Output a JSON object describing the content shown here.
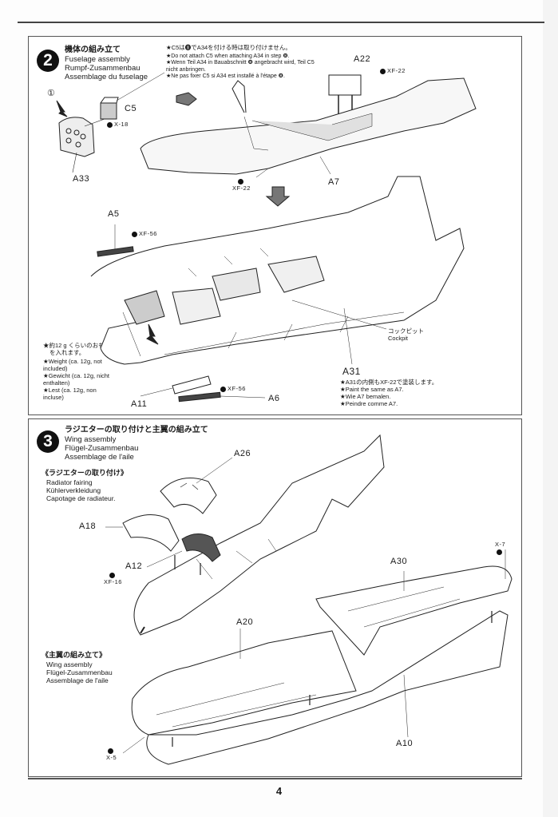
{
  "page": {
    "number": "4"
  },
  "step2": {
    "step_number": "2",
    "title_jp": "機体の組み立て",
    "title_en": "Fuselage assembly",
    "title_de": "Rumpf-Zusammenbau",
    "title_fr": "Assemblage du fuselage",
    "caution": {
      "jp": "★C5は❽でA34を付ける時は取り付けません。",
      "en": "★Do not attach C5 when attaching A34 in step ❽.",
      "de": "★Wenn Teil A34 in Bauabschnitt ❽ angebracht wird, Teil C5 nicht anbringen.",
      "fr": "★Ne pas fixer C5 si A34 est installé à l'étape ❽."
    },
    "sub_marker": "①",
    "parts": {
      "C5": "C5",
      "A33": "A33",
      "A22": "A22",
      "A7": "A7",
      "A5": "A5",
      "A11": "A11",
      "A6": "A6",
      "A31": "A31"
    },
    "paints": {
      "c5": "X-18",
      "a22": "XF-22",
      "a7": "XF-22",
      "a5": "XF-56",
      "a6": "XF-56"
    },
    "weight_note": {
      "jp1": "★約12 g くらいのおもり",
      "jp2": "を入れます。",
      "en": "★Weight (ca. 12g, not included)",
      "de": "★Gewicht (ca. 12g, nicht enthalten)",
      "fr": "★Lest (ca. 12g, non incluse)"
    },
    "cockpit_label": {
      "jp": "コックピット",
      "en": "Cockpit"
    },
    "a31_note": {
      "jp": "★A31の内側もXF-22で塗装します。",
      "en": "★Paint the same as A7.",
      "de": "★Wie A7 bemalen.",
      "fr": "★Peindre comme A7."
    }
  },
  "step3": {
    "step_number": "3",
    "title_jp": "ラジエターの取り付けと主翼の組み立て",
    "title_en": "Wing assembly",
    "title_de": "Flügel-Zusammenbau",
    "title_fr": "Assemblage de l'aile",
    "radiator": {
      "jp": "《ラジエターの取り付け》",
      "en": "Radiator fairing",
      "de": "Kühlerverkleidung",
      "fr": "Capotage de radiateur."
    },
    "wing": {
      "jp": "《主翼の組み立て》",
      "en": "Wing assembly",
      "de": "Flügel-Zusammenbau",
      "fr": "Assemblage de l'aile"
    },
    "parts": {
      "A26": "A26",
      "A18": "A18",
      "A12": "A12",
      "A30": "A30",
      "A20": "A20",
      "A10": "A10"
    },
    "paints": {
      "a12": "XF-16",
      "a30": "X-7",
      "a20": "X-5"
    }
  }
}
